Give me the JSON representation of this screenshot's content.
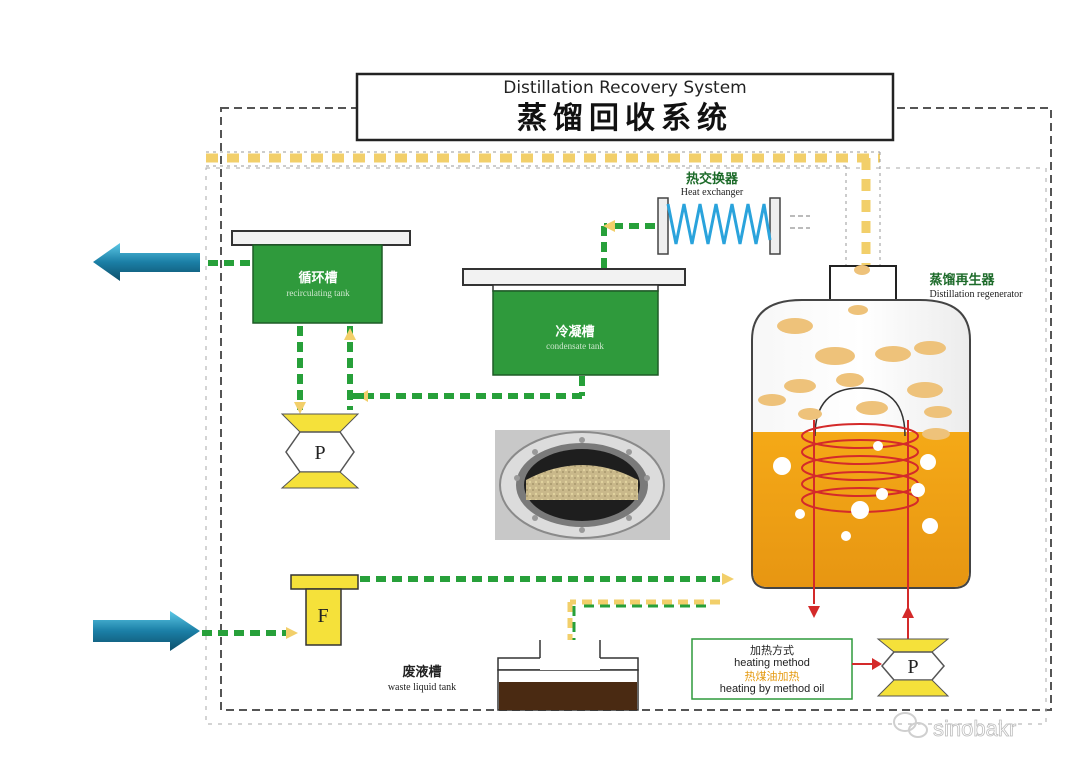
{
  "title": {
    "english": "Distillation Recovery System",
    "chinese": "蒸馏回收系统"
  },
  "components": {
    "heat_exchanger": {
      "zh": "热交换器",
      "en": "Heat exchanger"
    },
    "distillation_regenerator": {
      "zh": "蒸馏再生器",
      "en": "Distillation regenerator"
    },
    "recirculating_tank": {
      "zh": "循环槽",
      "en": "recirculating tank"
    },
    "condensate_tank": {
      "zh": "冷凝槽",
      "en": "condensate tank"
    },
    "waste_liquid_tank": {
      "zh": "废液槽",
      "en": "waste liquid tank"
    },
    "pump_left_label": "P",
    "pump_right_label": "P",
    "filter_label": "F"
  },
  "heating": {
    "zh": "加热方式",
    "en": "heating method",
    "oil_zh": "热煤油加热",
    "oil_en": "heating by method oil"
  },
  "watermark": "sinobakr",
  "colors": {
    "tank_green": "#2f9a3c",
    "flow_green": "#27a03a",
    "flow_yellow": "#f2cf6a",
    "coil_blue": "#2aa3dc",
    "liquid_orange": "#f2a61b",
    "steam_yellow": "#eec27a",
    "pump_yellow": "#f5e13a",
    "arrow_blue": "#1b7fa6",
    "heating_red": "#d42a2a",
    "waste_brown": "#4a2a12"
  },
  "icons": [
    "inlet-arrow-icon",
    "outlet-arrow-icon",
    "wechat-icon"
  ]
}
